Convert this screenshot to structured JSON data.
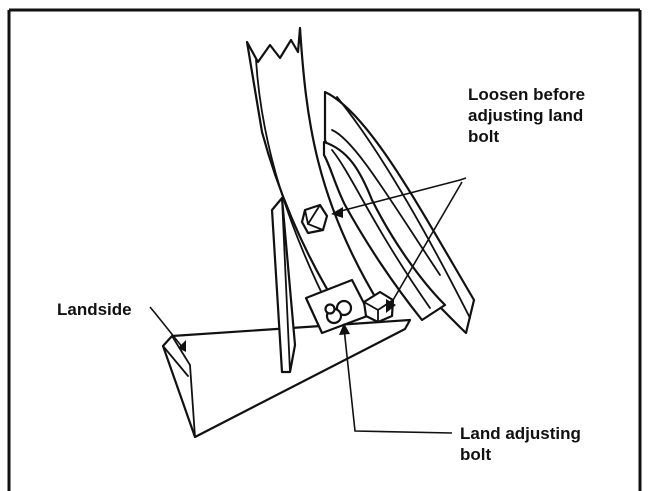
{
  "labels": {
    "loosen": [
      "Loosen before",
      "adjusting land",
      "bolt"
    ],
    "landside": "Landside",
    "land_adjusting": [
      "Land adjusting",
      "bolt"
    ]
  },
  "colors": {
    "ink": "#111111",
    "paper": "#ffffff"
  }
}
